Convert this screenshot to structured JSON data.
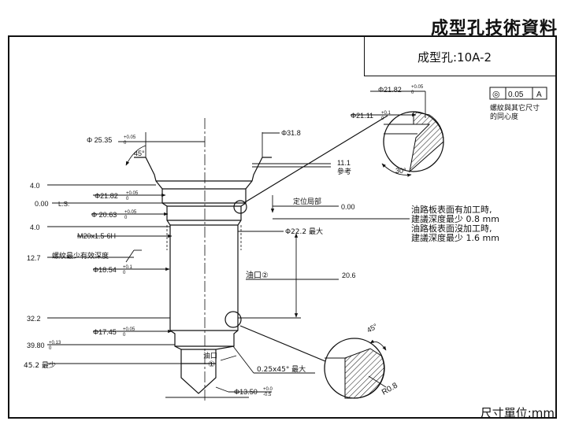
{
  "header": {
    "title": "成型孔技術資料"
  },
  "title_block": {
    "part_id": "成型孔:10A-2"
  },
  "footer": {
    "units": "尺寸單位:mm"
  },
  "tolerance_frame": {
    "symbol": "◎",
    "value": "0.05",
    "datum": "A",
    "note_line1": "螺紋與其它尺寸",
    "note_line2": "的同心度"
  },
  "left_dims": {
    "d1_value": "4.0",
    "d2_value": "0.00",
    "d2_label": "L.S.",
    "d3_value": "4.0",
    "d4_value": "12.7",
    "d4_label": "螺紋最少有效深度",
    "d5_value": "32.2",
    "d6_value": "39.80",
    "d6_tol_upper": "+0.13",
    "d6_tol_lower": "0",
    "d7_value": "45.2 最少"
  },
  "callouts": {
    "dia_25_35": "Φ 25.35",
    "dia_25_35_tol_upper": "+0.05",
    "dia_25_35_tol_lower": "0",
    "angle_45_top": "45°",
    "dia_31_8": "Φ31.8",
    "dim_11_1": "11.1",
    "dim_11_1_note": "參考",
    "dia_21_82": "Φ21.82",
    "dia_21_82_tol_upper": "+0.05",
    "dia_21_82_tol_lower": "0",
    "locating_label": "定位局部",
    "locating_value": "0.00",
    "dia_20_63": "Φ 20.63",
    "dia_20_63_tol_upper": "+0.05",
    "dia_20_63_tol_lower": "0",
    "thread_spec": "M20x1.5-6H",
    "dia_22_2": "Φ22.2 最大",
    "dia_18_54": "Φ18.54",
    "dia_18_54_tol_upper": "+0.1",
    "dia_18_54_tol_lower": "0",
    "oil_port_2": "油口②",
    "dim_20_6": "20.6",
    "dia_17_45": "Φ17.45",
    "dia_17_45_tol_upper": "+0.05",
    "dia_17_45_tol_lower": "0",
    "oil_port_1_line1": "油口",
    "oil_port_1_line2": "①",
    "chamfer": "0.25x45° 最大",
    "dia_13_50": "Φ13.50",
    "dia_13_50_tol_upper": "+0.0",
    "dia_13_50_tol_lower": "-0.5"
  },
  "notes": {
    "machined_line1": "油路板表面有加工時,",
    "machined_line2": "建議深度最少 0.8 mm",
    "unmachined_line1": "油路板表面沒加工時,",
    "unmachined_line2": "建議深度最少 1.6 mm"
  },
  "detail_top": {
    "dia_21_82": "Φ21.82",
    "dia_21_82_tol_upper": "+0.05",
    "dia_21_82_tol_lower": "0",
    "dia_21_11": "Φ21.11",
    "dia_21_11_tol_upper": "+0.1",
    "dia_21_11_tol_lower": "0",
    "angle_30": "30°"
  },
  "detail_bottom": {
    "angle_45": "45°",
    "radius": "R0.8"
  }
}
